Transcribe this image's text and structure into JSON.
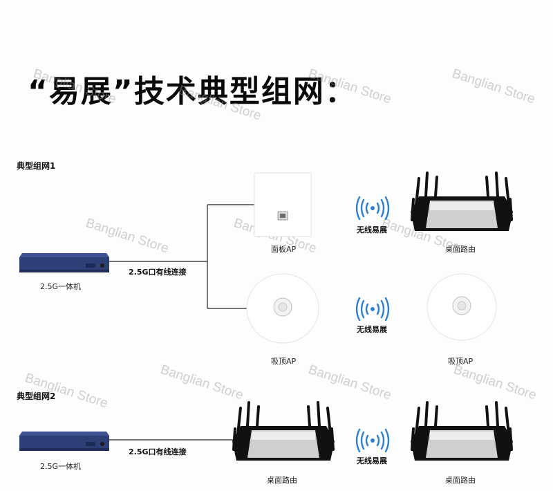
{
  "title": "“易展”技术典型组网：",
  "watermark": "Banglian Store",
  "network1": {
    "label": "典型组网1",
    "switch_caption": "2.5G一体机",
    "link_label": "2.5G口有线连接",
    "wall_ap_caption": "面板AP",
    "ceiling_ap_caption": "吸顶AP",
    "ceiling_ap2_caption": "吸顶AP",
    "router_caption": "桌面路由",
    "wireless_label_top": "无线易展",
    "wireless_label_bottom": "无线易展"
  },
  "network2": {
    "label": "典型组网2",
    "switch_caption": "2.5G一体机",
    "link_label": "2.5G口有线连接",
    "router1_caption": "桌面路由",
    "router2_caption": "桌面路由",
    "wireless_label": "无线易展"
  },
  "colors": {
    "switch_body": "#2e3f78",
    "wireless_icon": "#2d7fd3",
    "router_silver": "#c9c9c9",
    "router_black": "#111111"
  }
}
